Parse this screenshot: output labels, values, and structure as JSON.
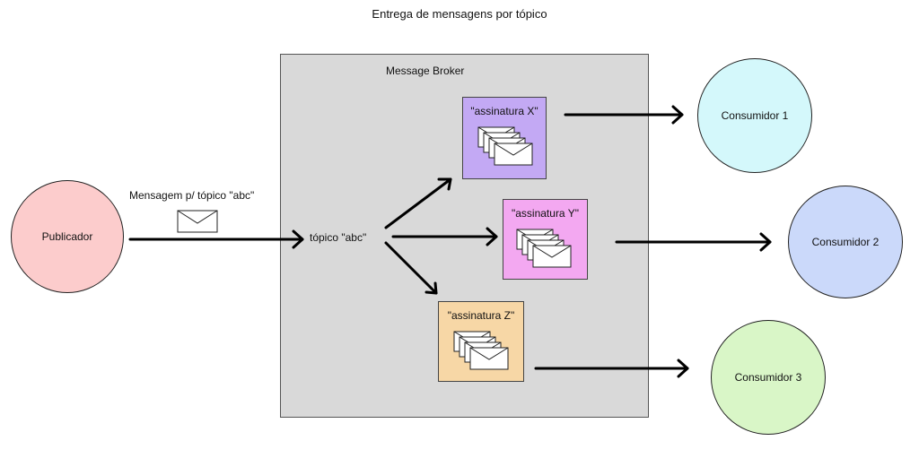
{
  "title": "Entrega de mensagens por tópico",
  "broker": {
    "label": "Message Broker",
    "topic_label": "tópico \"abc\""
  },
  "publisher": {
    "label": "Publicador",
    "color": "#fccccc"
  },
  "message_label": "Mensagem p/ tópico \"abc\"",
  "subscriptions": [
    {
      "label": "\"assinatura X\"",
      "color": "#c3a9f4"
    },
    {
      "label": "\"assinatura Y\"",
      "color": "#f3a8f1"
    },
    {
      "label": "\"assinatura Z\"",
      "color": "#f7d7a6"
    }
  ],
  "consumers": [
    {
      "label": "Consumidor 1",
      "color": "#d4f8fb"
    },
    {
      "label": "Consumidor 2",
      "color": "#cbd9fa"
    },
    {
      "label": "Consumidor 3",
      "color": "#d9f6c7"
    }
  ],
  "icons": {
    "envelope": "envelope-icon",
    "message_stack": "envelope-stack-icon"
  }
}
